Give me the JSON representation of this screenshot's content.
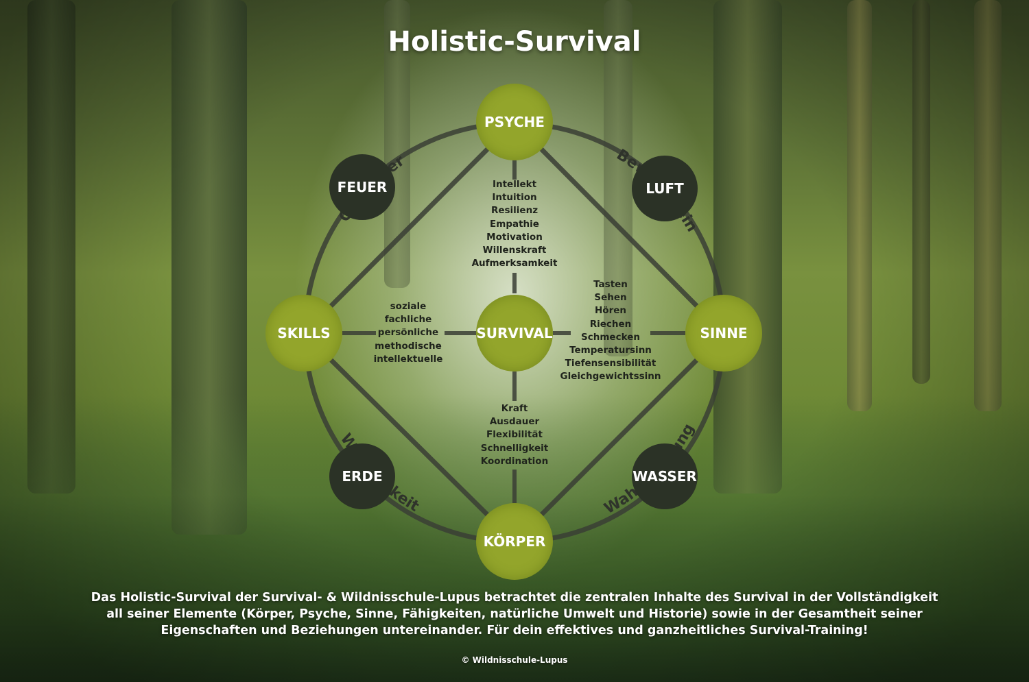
{
  "title": "Holistic-Survival",
  "nodes": {
    "psyche": "PSYCHE",
    "survival": "SURVIVAL",
    "skills": "SKILLS",
    "sinne": "SINNE",
    "koerper": "KÖRPER",
    "feuer": "FEUER",
    "luft": "LUFT",
    "erde": "ERDE",
    "wasser": "WASSER"
  },
  "arc_labels": {
    "charakter": "Charakter",
    "bewusstsein": "Bewusstsein",
    "wirksamkeit": "Wirksamkeit",
    "wahrnehmung": "Wahrnehmung"
  },
  "lists": {
    "psyche": [
      "Intellekt",
      "Intuition",
      "Resilienz",
      "Empathie",
      "Motivation",
      "Willenskraft",
      "Aufmerksamkeit"
    ],
    "skills": [
      "soziale",
      "fachliche",
      "persönliche",
      "methodische",
      "intellektuelle"
    ],
    "sinne": [
      "Tasten",
      "Sehen",
      "Hören",
      "Riechen",
      "Schmecken",
      "Temperatursinn",
      "Tiefensensibilität",
      "Gleichgewichtssinn"
    ],
    "koerper": [
      "Kraft",
      "Ausdauer",
      "Flexibilität",
      "Schnelligkeit",
      "Koordination"
    ]
  },
  "description": [
    "Das Holistic-Survival der Survival- & Wildnisschule-Lupus betrachtet die zentralen Inhalte des Survival in der Vollständigkeit",
    "all seiner Elemente (Körper, Psyche, Sinne, Fähigkeiten, natürliche Umwelt und Historie) sowie in der Gesamtheit seiner",
    "Eigenschaften und Beziehungen untereinander. Für dein effektives und ganzheitliches Survival-Training!"
  ],
  "copyright": "© Wildnisschule-Lupus",
  "colors": {
    "green_node": "#93a52b",
    "dark_node": "#2b3226",
    "line": "#3a3e35",
    "text_dark": "#1f231c",
    "text_light": "#ffffff"
  }
}
